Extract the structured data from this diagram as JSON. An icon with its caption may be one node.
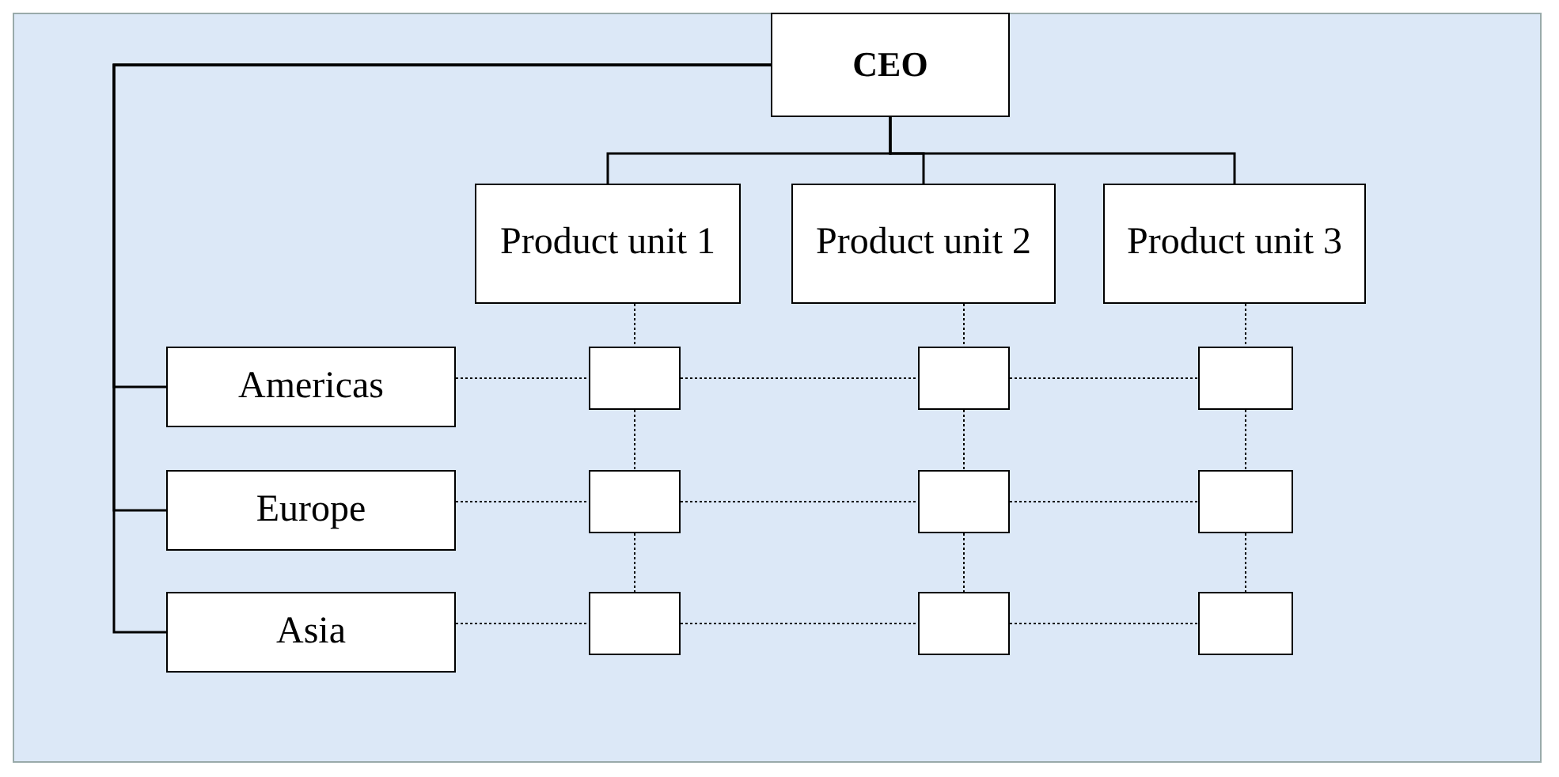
{
  "diagram": {
    "nodes": [
      {
        "text": [
          "CEO"
        ]
      },
      {
        "text": [
          "Product unit 1"
        ]
      },
      {
        "text": [
          "Product unit 2"
        ]
      },
      {
        "text": [
          "Product unit 3"
        ]
      },
      {
        "text": [
          "Americas"
        ]
      },
      {
        "text": [
          "Europe"
        ]
      },
      {
        "text": [
          "Asia"
        ]
      },
      {
        "text": [],
        "shape": "box"
      },
      {
        "text": [],
        "shape": "box"
      },
      {
        "text": [],
        "shape": "box"
      },
      {
        "text": [],
        "shape": "box"
      },
      {
        "text": [],
        "shape": "box"
      },
      {
        "text": [],
        "shape": "box"
      },
      {
        "text": [],
        "shape": "box"
      },
      {
        "text": [],
        "shape": "box"
      },
      {
        "text": [],
        "shape": "box"
      }
    ],
    "edges": [
      {
        "from": 0,
        "to": 1,
        "arrow": "none"
      },
      {
        "from": 0,
        "to": 2,
        "arrow": "none"
      },
      {
        "from": 0,
        "to": 3,
        "arrow": "none"
      },
      {
        "from": 0,
        "to": 4,
        "arrow": "none"
      },
      {
        "from": 0,
        "to": 5,
        "arrow": "none"
      },
      {
        "from": 0,
        "to": 6,
        "arrow": "none"
      },
      {
        "from": 1,
        "to": 7,
        "arrow": "none",
        "style": "dashed"
      },
      {
        "from": 2,
        "to": 8,
        "arrow": "none",
        "style": "dashed"
      },
      {
        "from": 3,
        "to": 9,
        "arrow": "none",
        "style": "dashed"
      },
      {
        "from": 7,
        "to": 10,
        "arrow": "none",
        "style": "dashed"
      },
      {
        "from": 10,
        "to": 13,
        "arrow": "none",
        "style": "dashed"
      },
      {
        "from": 8,
        "to": 11,
        "arrow": "none",
        "style": "dashed"
      },
      {
        "from": 11,
        "to": 14,
        "arrow": "none",
        "style": "dashed"
      },
      {
        "from": 9,
        "to": 12,
        "arrow": "none",
        "style": "dashed"
      },
      {
        "from": 12,
        "to": 15,
        "arrow": "none",
        "style": "dashed"
      },
      {
        "from": 4,
        "to": 7,
        "arrow": "none",
        "style": "dashed"
      },
      {
        "from": 7,
        "to": 8,
        "arrow": "none",
        "style": "dashed"
      },
      {
        "from": 8,
        "to": 9,
        "arrow": "none",
        "style": "dashed"
      },
      {
        "from": 5,
        "to": 10,
        "arrow": "none",
        "style": "dashed"
      },
      {
        "from": 10,
        "to": 11,
        "arrow": "none",
        "style": "dashed"
      },
      {
        "from": 11,
        "to": 12,
        "arrow": "none",
        "style": "dashed"
      },
      {
        "from": 6,
        "to": 13,
        "arrow": "none",
        "style": "dashed"
      },
      {
        "from": 13,
        "to": 14,
        "arrow": "none",
        "style": "dashed"
      },
      {
        "from": 14,
        "to": 15,
        "arrow": "none",
        "style": "dashed"
      }
    ]
  }
}
